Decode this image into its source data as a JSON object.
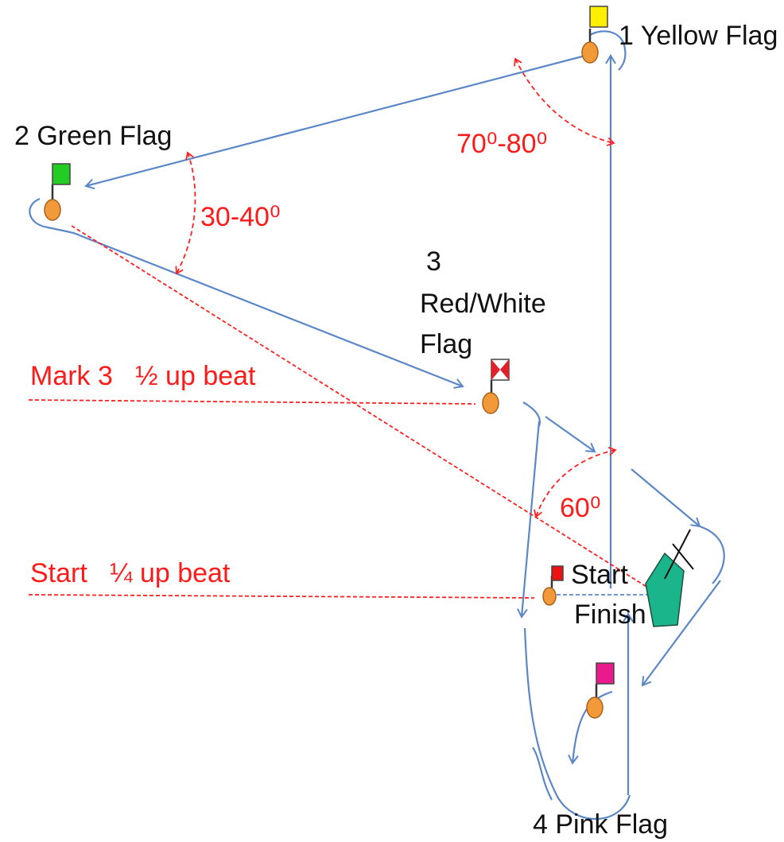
{
  "marks": {
    "mark1": {
      "label": "1 Yellow Flag",
      "flag_color": "#ffee00"
    },
    "mark2": {
      "label": "2  Green Flag",
      "flag_color": "#22cc22"
    },
    "mark3": {
      "label_lines": [
        "3",
        "Red/White",
        "Flag"
      ],
      "flag_color": "#e0202a"
    },
    "mark4": {
      "label": "4 Pink Flag",
      "flag_color": "#ea1a8c"
    }
  },
  "start_finish": {
    "start_label": "Start",
    "finish_label": "Finish",
    "flag_color": "#ee1111",
    "committee_boat_color": "#1ab58a"
  },
  "angles": {
    "at_mark1": "70⁰-80⁰",
    "at_mark2": "30-40⁰",
    "at_start": "60⁰"
  },
  "notes": {
    "mark3_position": "Mark 3   ½ up beat",
    "start_position": "Start   ¼ up beat"
  },
  "colors": {
    "course_line": "#5b87c8",
    "annotation": "#ff2020",
    "buoy": "#f29a3a"
  }
}
